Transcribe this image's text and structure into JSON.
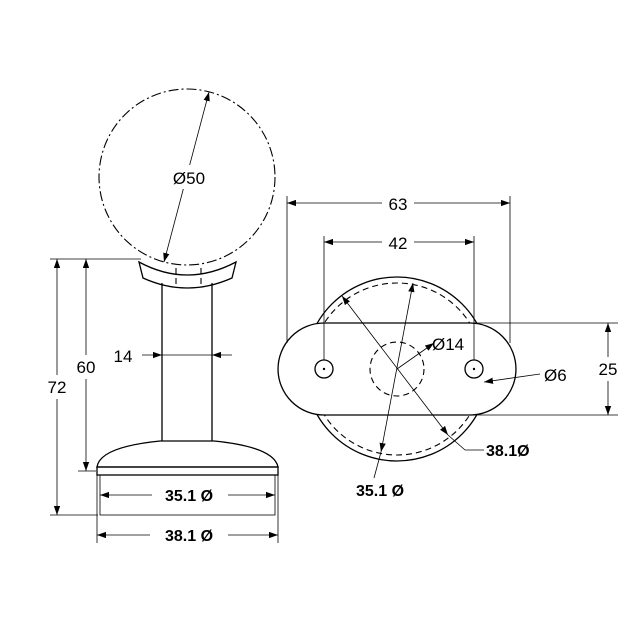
{
  "dimensions": {
    "ball_diameter": "Ø50",
    "post_width": "14",
    "height_inner": "60",
    "height_total": "72",
    "base_inner_diameter": "35.1 Ø",
    "base_outer_diameter": "38.1 Ø",
    "plate_length": "63",
    "hole_spacing": "42",
    "center_hole": "Ø14",
    "side_hole": "Ø6",
    "plate_width": "25",
    "top_outer_diameter": "38.1Ø",
    "top_inner_diameter": "35.1 Ø"
  }
}
